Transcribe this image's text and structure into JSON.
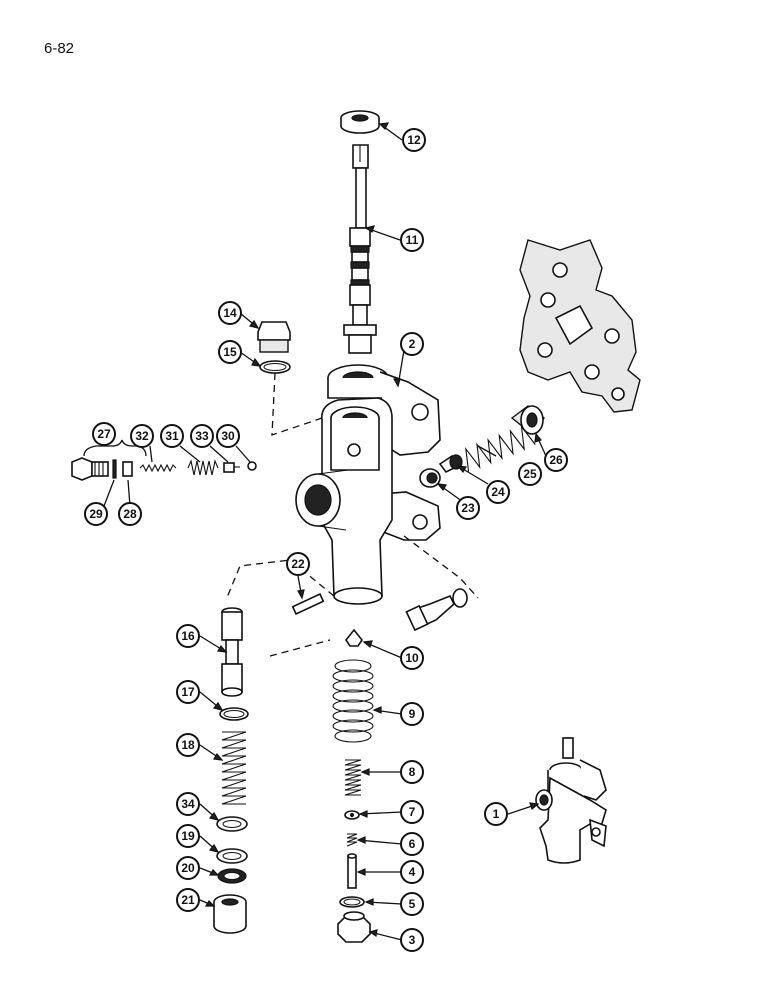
{
  "page_number": "6-82",
  "callouts": [
    {
      "id": "c1",
      "label": "1"
    },
    {
      "id": "c2",
      "label": "2"
    },
    {
      "id": "c3",
      "label": "3"
    },
    {
      "id": "c4",
      "label": "4"
    },
    {
      "id": "c5",
      "label": "5"
    },
    {
      "id": "c6",
      "label": "6"
    },
    {
      "id": "c7",
      "label": "7"
    },
    {
      "id": "c8",
      "label": "8"
    },
    {
      "id": "c9",
      "label": "9"
    },
    {
      "id": "c10",
      "label": "10"
    },
    {
      "id": "c11",
      "label": "11"
    },
    {
      "id": "c12",
      "label": "12"
    },
    {
      "id": "c14",
      "label": "14"
    },
    {
      "id": "c15",
      "label": "15"
    },
    {
      "id": "c16",
      "label": "16"
    },
    {
      "id": "c17",
      "label": "17"
    },
    {
      "id": "c18",
      "label": "18"
    },
    {
      "id": "c19",
      "label": "19"
    },
    {
      "id": "c20",
      "label": "20"
    },
    {
      "id": "c21",
      "label": "21"
    },
    {
      "id": "c22",
      "label": "22"
    },
    {
      "id": "c23",
      "label": "23"
    },
    {
      "id": "c24",
      "label": "24"
    },
    {
      "id": "c25",
      "label": "25"
    },
    {
      "id": "c26",
      "label": "26"
    },
    {
      "id": "c27",
      "label": "27"
    },
    {
      "id": "c28",
      "label": "28"
    },
    {
      "id": "c29",
      "label": "29"
    },
    {
      "id": "c30",
      "label": "30"
    },
    {
      "id": "c31",
      "label": "31"
    },
    {
      "id": "c32",
      "label": "32"
    },
    {
      "id": "c33",
      "label": "33"
    },
    {
      "id": "c34",
      "label": "34"
    }
  ]
}
